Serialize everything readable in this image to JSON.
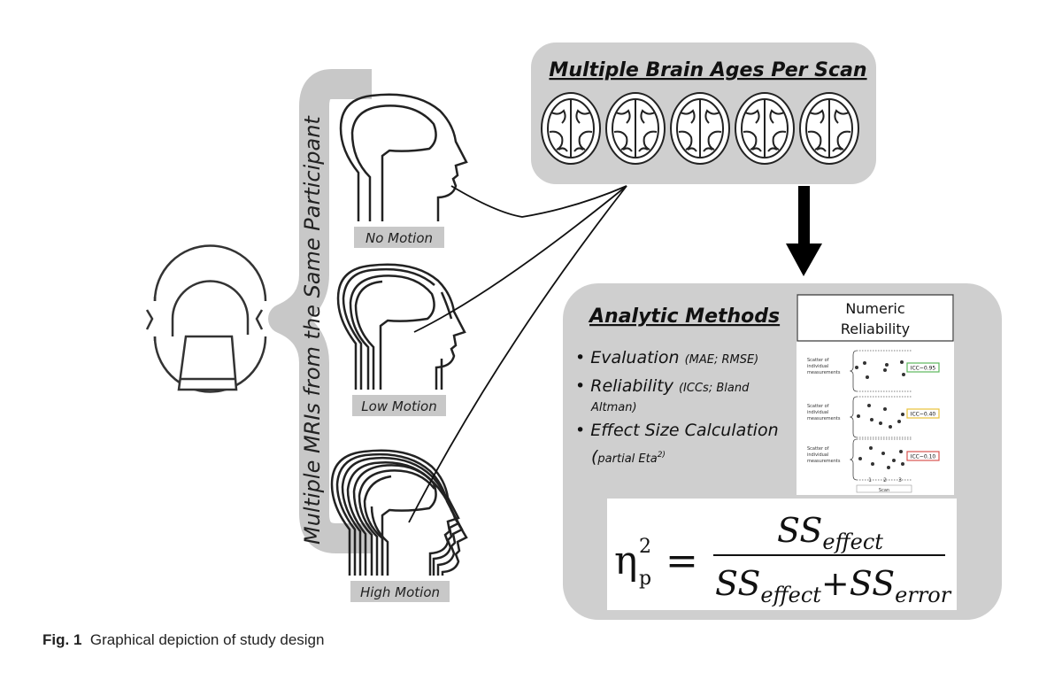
{
  "vertical_label": "Multiple MRIs from the Same Participant",
  "heads": [
    {
      "label": "No Motion"
    },
    {
      "label": "Low Motion"
    },
    {
      "label": "High Motion"
    }
  ],
  "brain_ages": {
    "title": "Multiple Brain Ages Per Scan",
    "brain_count": 5
  },
  "analytic": {
    "title": "Analytic Methods",
    "bullets": [
      {
        "main": "Evaluation",
        "detail": "(MAE; RMSE)"
      },
      {
        "main": "Reliability",
        "detail": "(ICCs; Bland",
        "detail2": "Altman)"
      },
      {
        "main": "Effect Size Calculation",
        "detail": "(",
        "detail2": "partial Eta",
        "sup": "2)"
      }
    ]
  },
  "reliability_panel": {
    "header_line1": "Numeric",
    "header_line2": "Reliability",
    "row_label_1": "Scatter of",
    "row_label_2": "individual",
    "row_label_3": "measurements",
    "icc": [
      "ICC~0.95",
      "ICC~0.40",
      "ICC~0.10"
    ],
    "icc_colors": [
      "#5cb85c",
      "#e8c23a",
      "#d9534f"
    ],
    "x_ticks": [
      "1",
      "2",
      "3"
    ],
    "x_label": "Scan"
  },
  "formula": {
    "lhs": "η",
    "lhs_sub": "p",
    "lhs_sup": "2",
    "eq": "=",
    "num": "SS",
    "num_sub": "effect",
    "den1": "SS",
    "den1_sub": "effect",
    "plus": "+",
    "den2": "SS",
    "den2_sub": "error"
  },
  "caption": {
    "label": "Fig. 1",
    "text": "Graphical depiction of study design"
  }
}
